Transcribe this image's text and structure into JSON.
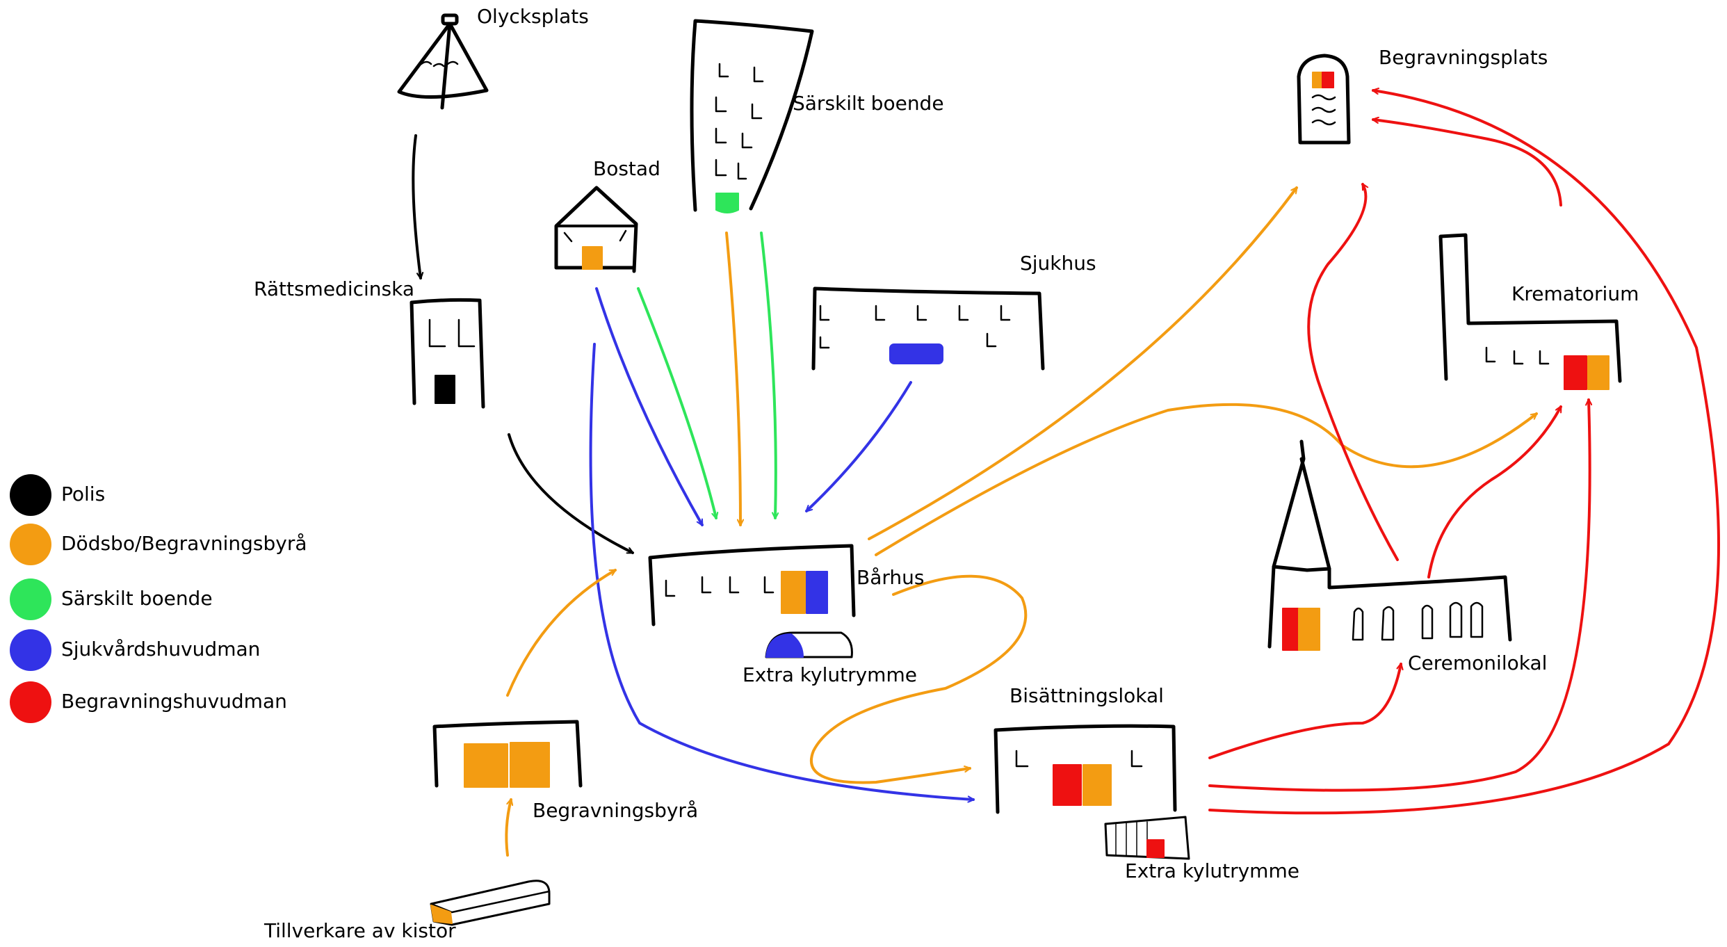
{
  "colors": {
    "polis": "#000000",
    "dodsbo": "#F39C12",
    "sarskilt": "#2EE55A",
    "sjukvard": "#3333E6",
    "begravning": "#EE1111"
  },
  "labels": {
    "olycksplats": "Olycksplats",
    "sarskilt_boende": "Särskilt boende",
    "bostad": "Bostad",
    "sjukhus": "Sjukhus",
    "rattsmedicinska": "Rättsmedicinska",
    "barhus": "Bårhus",
    "extra_kylutrymme_1": "Extra kylutrymme",
    "begravningsbyra": "Begravningsbyrå",
    "tillverkare": "Tillverkare av kistor",
    "bisattningslokal": "Bisättningslokal",
    "extra_kylutrymme_2": "Extra kylutrymme",
    "begravningsplats": "Begravningsplats",
    "krematorium": "Krematorium",
    "ceremonilokal": "Ceremonilokal"
  },
  "legend": [
    {
      "label": "Polis",
      "color": "#000000"
    },
    {
      "label": "Dödsbo/Begravningsbyrå",
      "color": "#F39C12"
    },
    {
      "label": "Särskilt boende",
      "color": "#2EE55A"
    },
    {
      "label": "Sjukvårdshuvudman",
      "color": "#3333E6"
    },
    {
      "label": "Begravningshuvudman",
      "color": "#EE1111"
    }
  ]
}
